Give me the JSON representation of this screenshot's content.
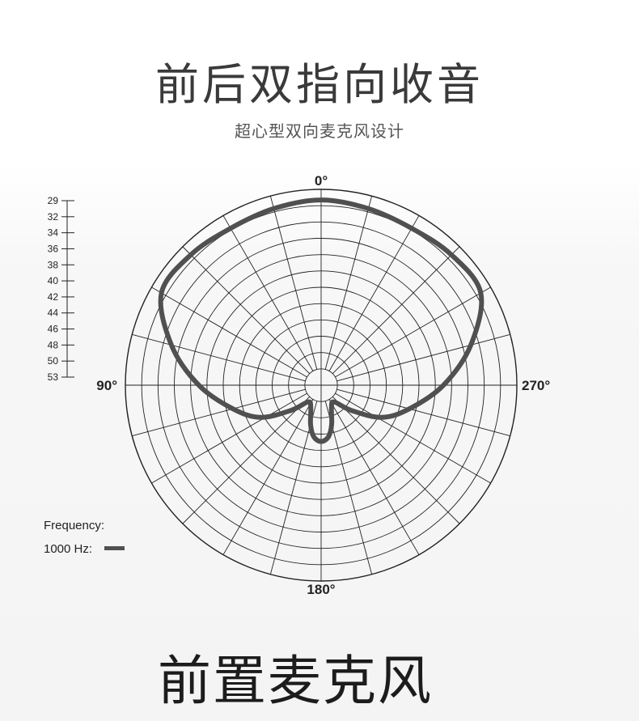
{
  "header": {
    "title": "前后双指向收音",
    "subtitle": "超心型双向麦克风设计"
  },
  "footer": {
    "title": "前置麦克风"
  },
  "legend": {
    "heading": "Frequency:",
    "item_label": "1000 Hz:",
    "item_color": "#505050"
  },
  "chart_data": {
    "type": "polar",
    "angle_labels": [
      {
        "deg": 0,
        "label": "0°"
      },
      {
        "deg": 90,
        "label": "90°"
      },
      {
        "deg": 180,
        "label": "180°"
      },
      {
        "deg": 270,
        "label": "270°"
      }
    ],
    "radial_scale_labels": [
      "29",
      "32",
      "34",
      "36",
      "38",
      "40",
      "42",
      "44",
      "46",
      "48",
      "50",
      "53"
    ],
    "angle_step_deg": 15,
    "ring_count": 12,
    "series": [
      {
        "name": "1000 Hz",
        "color": "#505050",
        "points": [
          {
            "angle": 0,
            "ring": 11.35
          },
          {
            "angle": 15,
            "ring": 11.2
          },
          {
            "angle": 30,
            "ring": 11.1
          },
          {
            "angle": 45,
            "ring": 11.3
          },
          {
            "angle": 60,
            "ring": 11.3
          },
          {
            "angle": 75,
            "ring": 9.5
          },
          {
            "angle": 90,
            "ring": 7.5
          },
          {
            "angle": 105,
            "ring": 5.6
          },
          {
            "angle": 118,
            "ring": 4.2
          },
          {
            "angle": 130,
            "ring": 2.4
          },
          {
            "angle": 142,
            "ring": 1.3
          },
          {
            "angle": 155,
            "ring": 1.5
          },
          {
            "angle": 165,
            "ring": 2.5
          },
          {
            "angle": 172,
            "ring": 3.2
          },
          {
            "angle": 180,
            "ring": 3.45
          },
          {
            "angle": 188,
            "ring": 3.2
          },
          {
            "angle": 195,
            "ring": 2.5
          },
          {
            "angle": 205,
            "ring": 1.5
          },
          {
            "angle": 218,
            "ring": 1.3
          },
          {
            "angle": 230,
            "ring": 2.4
          },
          {
            "angle": 242,
            "ring": 4.2
          },
          {
            "angle": 255,
            "ring": 5.6
          },
          {
            "angle": 270,
            "ring": 7.5
          },
          {
            "angle": 285,
            "ring": 9.5
          },
          {
            "angle": 300,
            "ring": 11.3
          },
          {
            "angle": 315,
            "ring": 11.3
          },
          {
            "angle": 330,
            "ring": 11.1
          },
          {
            "angle": 345,
            "ring": 11.2
          }
        ]
      }
    ]
  }
}
